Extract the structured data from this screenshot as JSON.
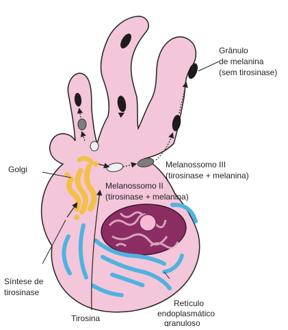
{
  "diagram": {
    "labels": {
      "granulo": [
        "Grânulo",
        "de melanina",
        "(sem tirosinase)"
      ],
      "golgi": "Golgi",
      "melanossomo3": [
        "Melanossomo III",
        "(tirosinase + melanina)"
      ],
      "melanossomo2": [
        "Melanossomo II",
        "(tirosinase + melanina)"
      ],
      "sintese": [
        "Síntese de",
        "tirosinase"
      ],
      "tirosina": "Tirosina",
      "reticulo": [
        "Retículo",
        "endoplasmático",
        "granuloso"
      ]
    },
    "colors": {
      "cell_fill": "#f4c6da",
      "cell_outline": "#2a2a2a",
      "golgi": "#f3c04b",
      "reticulum": "#4fb3de",
      "nucleus": "#8b2d63",
      "melanin_granule": "#1f1a1d",
      "melanosome_gray": "#7d7d7d",
      "premelanosome": "#ececec"
    }
  }
}
